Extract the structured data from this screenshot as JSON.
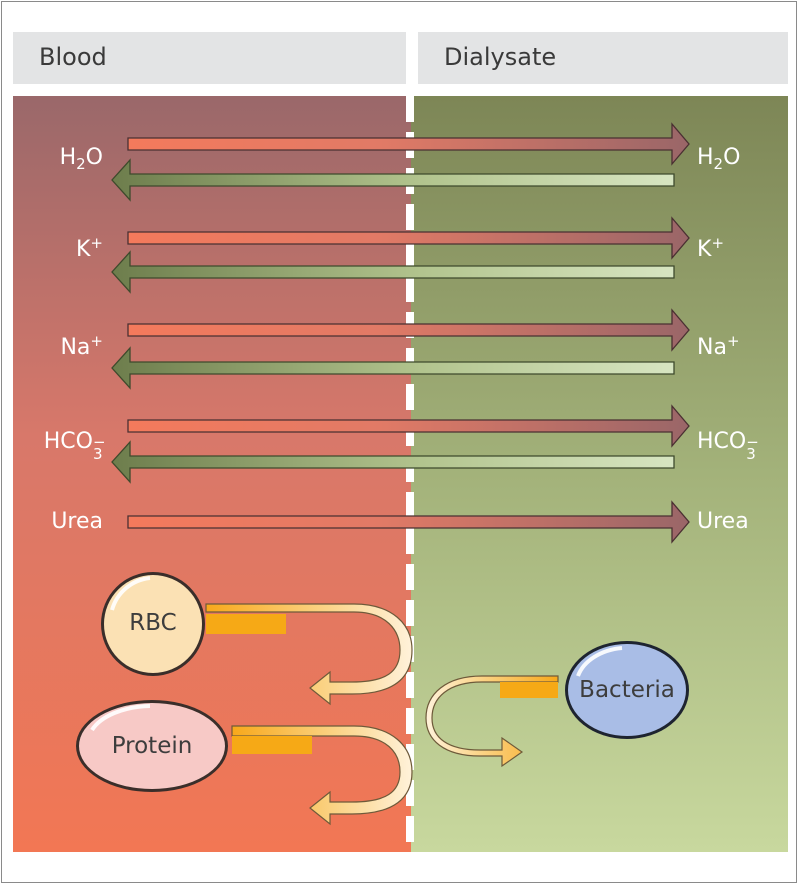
{
  "headers": {
    "blood": "Blood",
    "dialysate": "Dialysate"
  },
  "solutes": [
    {
      "name": "H2O",
      "base": "H",
      "sub": "2",
      "tail": "O",
      "directions": [
        "blood-to-dialysate",
        "dialysate-to-blood"
      ]
    },
    {
      "name": "K+",
      "base": "K",
      "sup": "+",
      "directions": [
        "blood-to-dialysate",
        "dialysate-to-blood"
      ]
    },
    {
      "name": "Na+",
      "base": "Na",
      "sup": "+",
      "directions": [
        "blood-to-dialysate",
        "dialysate-to-blood"
      ]
    },
    {
      "name": "HCO3-",
      "base": "HCO",
      "sub": "3",
      "sup": "−",
      "directions": [
        "blood-to-dialysate",
        "dialysate-to-blood"
      ]
    },
    {
      "name": "Urea",
      "base": "Urea",
      "directions": [
        "blood-to-dialysate"
      ]
    }
  ],
  "cells": {
    "rbc": "RBC",
    "protein": "Protein",
    "bacteria": "Bacteria"
  },
  "colors": {
    "blood_top": "#9b6a6c",
    "blood_bottom": "#f07a58",
    "dialysate_top": "#80895a",
    "dialysate_bottom": "#c6d69c",
    "rbc_fill": "#fbe1b4",
    "protein_fill": "#f7c9c6",
    "bacteria_fill": "#a9bde6"
  }
}
